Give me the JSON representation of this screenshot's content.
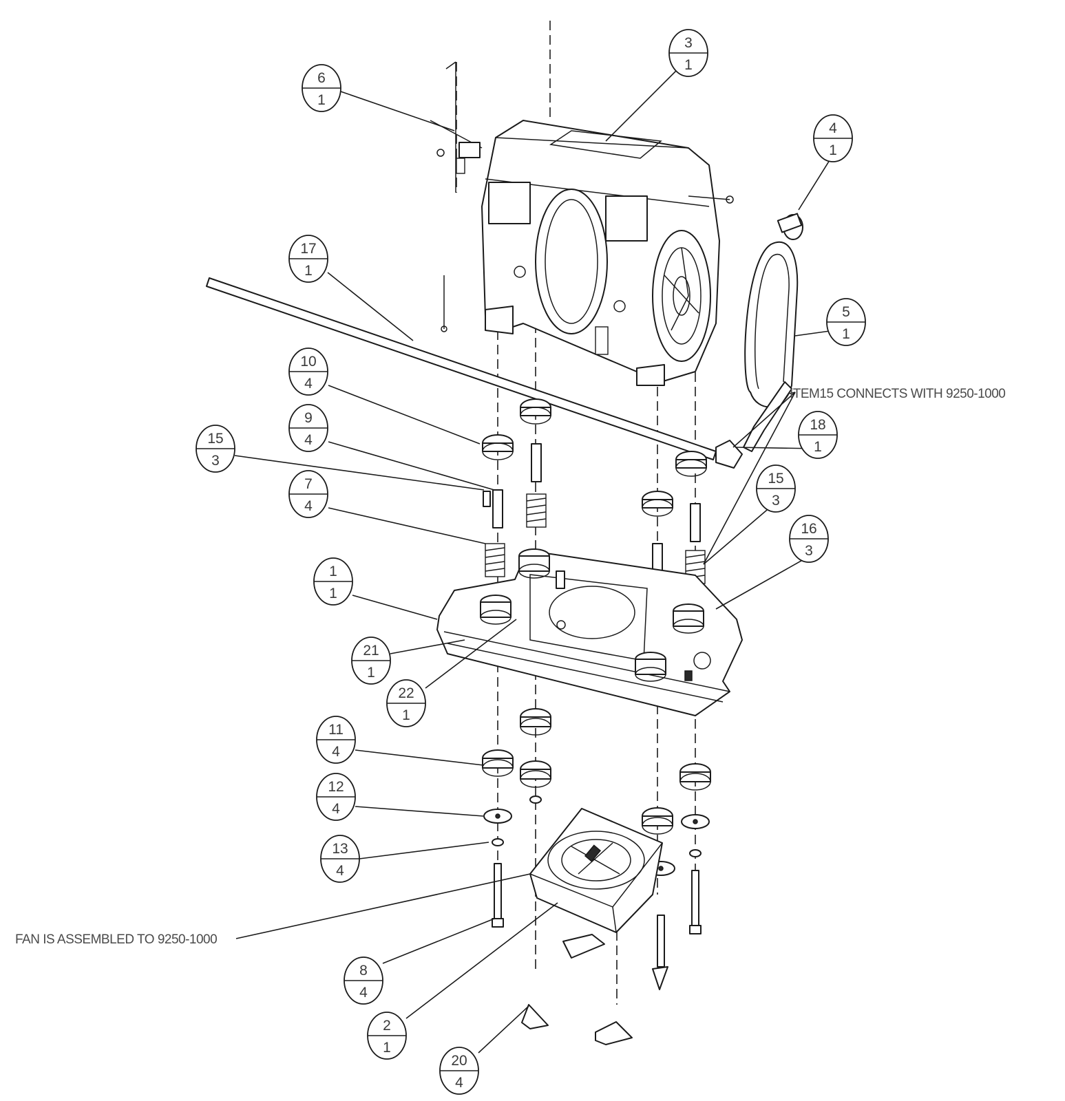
{
  "notes": {
    "item15": "ITEM15 CONNECTS WITH 9250-1000",
    "fan": "FAN IS ASSEMBLED TO 9250-1000"
  },
  "balloons": [
    {
      "id": "b3",
      "item": "3",
      "qty": "1"
    },
    {
      "id": "b6",
      "item": "6",
      "qty": "1"
    },
    {
      "id": "b4",
      "item": "4",
      "qty": "1"
    },
    {
      "id": "b17",
      "item": "17",
      "qty": "1"
    },
    {
      "id": "b5",
      "item": "5",
      "qty": "1"
    },
    {
      "id": "b10",
      "item": "10",
      "qty": "4"
    },
    {
      "id": "b9",
      "item": "9",
      "qty": "4"
    },
    {
      "id": "b15a",
      "item": "15",
      "qty": "3"
    },
    {
      "id": "b18",
      "item": "18",
      "qty": "1"
    },
    {
      "id": "b7",
      "item": "7",
      "qty": "4"
    },
    {
      "id": "b15b",
      "item": "15",
      "qty": "3"
    },
    {
      "id": "b16",
      "item": "16",
      "qty": "3"
    },
    {
      "id": "b1",
      "item": "1",
      "qty": "1"
    },
    {
      "id": "b21",
      "item": "21",
      "qty": "1"
    },
    {
      "id": "b22",
      "item": "22",
      "qty": "1"
    },
    {
      "id": "b11",
      "item": "11",
      "qty": "4"
    },
    {
      "id": "b12",
      "item": "12",
      "qty": "4"
    },
    {
      "id": "b13",
      "item": "13",
      "qty": "4"
    },
    {
      "id": "b8",
      "item": "8",
      "qty": "4"
    },
    {
      "id": "b2",
      "item": "2",
      "qty": "1"
    },
    {
      "id": "b20",
      "item": "20",
      "qty": "4"
    }
  ]
}
